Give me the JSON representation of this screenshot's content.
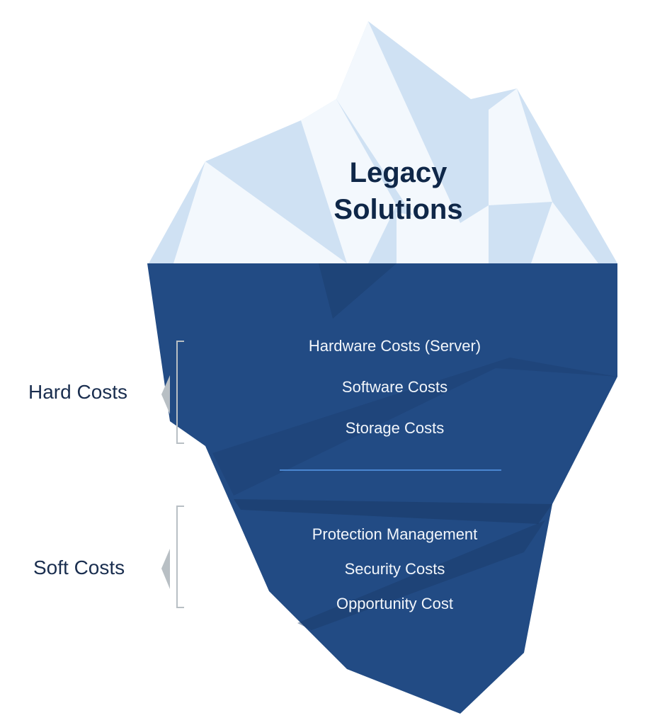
{
  "title_lines": [
    "Legacy",
    "Solutions"
  ],
  "hard_costs": {
    "label": "Hard Costs",
    "items": [
      "Hardware Costs (Server)",
      "Software Costs",
      "Storage Costs"
    ]
  },
  "soft_costs": {
    "label": "Soft Costs",
    "items": [
      "Protection Management",
      "Security Costs",
      "Opportunity Cost"
    ]
  },
  "colors": {
    "ice_light": "#f3f8fd",
    "ice_shade": "#cfe1f3",
    "water": "#224b84",
    "divider": "#4a86d0",
    "bracket": "#b8bfc4"
  }
}
